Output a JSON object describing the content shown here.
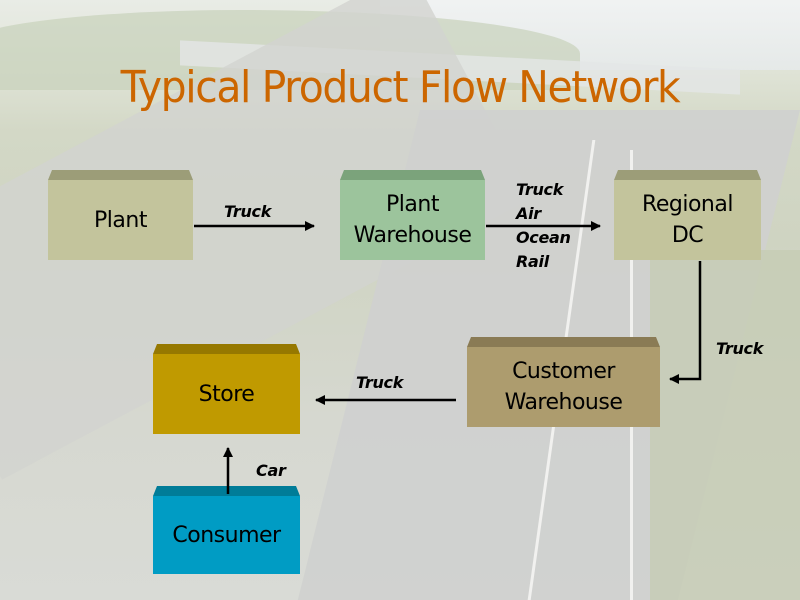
{
  "slide": {
    "title": "Typical Product Flow Network",
    "title_color": "#cc6600"
  },
  "nodes": {
    "plant": {
      "label": "Plant",
      "face": "#c3c49c",
      "top": "#9c9d78"
    },
    "plant_warehouse": {
      "label": "Plant\nWarehouse",
      "face": "#9cc49c",
      "top": "#7ba37b"
    },
    "regional_dc": {
      "label": "Regional\nDC",
      "face": "#c3c49c",
      "top": "#9c9d78"
    },
    "customer_warehouse": {
      "label": "Customer\nWarehouse",
      "face": "#ad9c6e",
      "top": "#8a7b55"
    },
    "store": {
      "label": "Store",
      "face": "#c09a00",
      "top": "#967800"
    },
    "consumer": {
      "label": "Consumer",
      "face": "#009cc4",
      "top": "#007c98"
    }
  },
  "edges": [
    {
      "from": "Plant",
      "to": "Plant Warehouse",
      "modes": [
        "Truck"
      ]
    },
    {
      "from": "Plant Warehouse",
      "to": "Regional DC",
      "modes": [
        "Truck",
        "Air",
        "Ocean",
        "Rail"
      ]
    },
    {
      "from": "Regional DC",
      "to": "Customer Warehouse",
      "modes": [
        "Truck"
      ]
    },
    {
      "from": "Customer Warehouse",
      "to": "Store",
      "modes": [
        "Truck"
      ]
    },
    {
      "from": "Consumer",
      "to": "Store",
      "modes": [
        "Car"
      ]
    }
  ]
}
